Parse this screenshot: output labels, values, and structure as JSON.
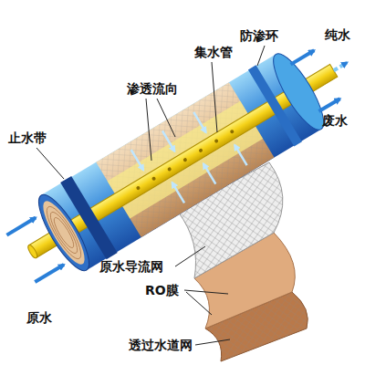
{
  "diagram": {
    "labels": [
      "集水管",
      "防渗环",
      "纯水",
      "渗透流向",
      "止水带",
      "废水",
      "原水导流网",
      "RO膜",
      "原水",
      "透过水道网"
    ]
  }
}
